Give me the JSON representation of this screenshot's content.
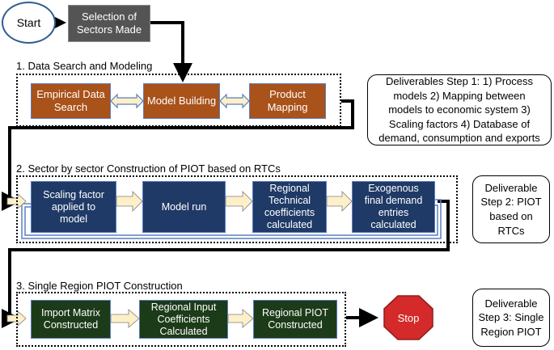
{
  "nodes": {
    "start": "Start",
    "selection": "Selection of\nSectors Made",
    "empirical": "Empirical Data\nSearch",
    "model_building": "Model Building",
    "product_mapping": "Product\nMapping",
    "scaling": "Scaling factor\napplied to\nmodel",
    "model_run": "Model run",
    "regional_tech": "Regional\nTechnical\ncoefficients\ncalculated",
    "exogenous": "Exogenous\nfinal demand\nentries\ncalculated",
    "import_matrix": "Import Matrix\nConstructed",
    "regional_input": "Regional Input\nCoefficients\nCalculated",
    "regional_piot": "Regional PIOT\nConstructed",
    "stop": "Stop"
  },
  "sections": {
    "step1": "1. Data Search and Modeling",
    "step2": "2. Sector by sector Construction of PIOT based on RTCs",
    "step3": "3. Single Region PIOT Construction"
  },
  "deliverables": {
    "step1": "Deliverables Step 1: 1) Process\nmodels 2) Mapping between\nmodels to economic system 3)\nScaling factors 4) Database of\ndemand, consumption and exports",
    "step2": "Deliverable\nStep 2: PIOT\nbased on\nRTCs",
    "step3": "Deliverable\nStep 3: Single\nRegion PIOT"
  },
  "colors": {
    "start_border": "#2e5f91",
    "selection_fill": "#545454",
    "step1_fill": "#a9521a",
    "step2_fill": "#1f3a66",
    "step3_fill": "#1c3b18",
    "stop_fill": "#d42a2a",
    "arrow_fill": "#fdf0c8",
    "loop_line": "#5a7ec2"
  },
  "icons": {
    "stop_shape": "octagon-icon",
    "flow_arrow": "block-arrow-icon"
  }
}
